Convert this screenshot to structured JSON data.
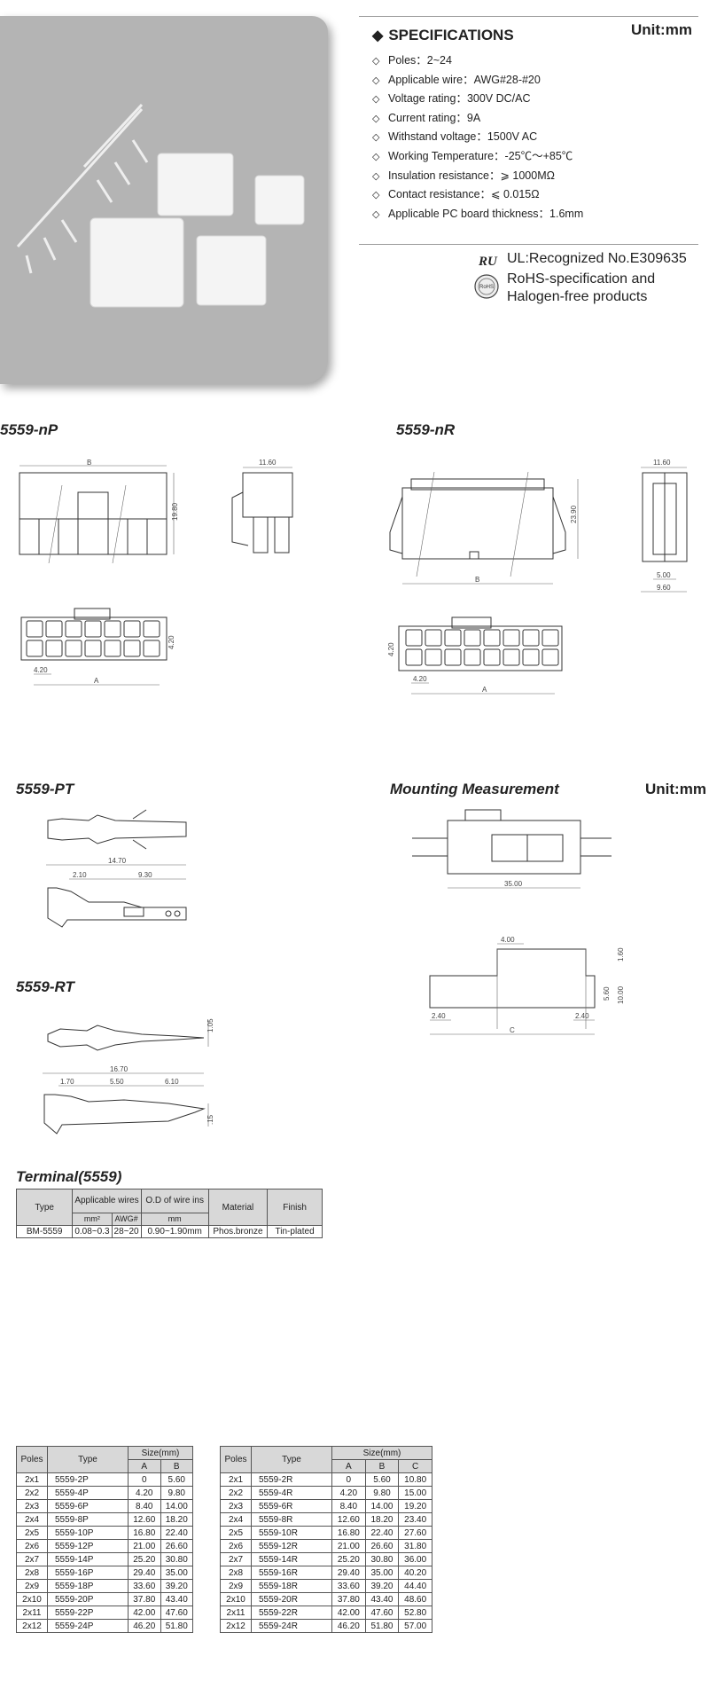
{
  "specifications": {
    "title": "SPECIFICATIONS",
    "unit": "Unit:mm",
    "items": [
      "Poles：2~24",
      "Applicable wire：AWG#28-#20",
      "Voltage rating：300V DC/AC",
      "Current rating：9A",
      "Withstand voltage：1500V AC",
      "Working Temperature：-25℃～+85℃",
      "Insulation resistance：⩾ 1000MΩ",
      "Contact resistance：⩽ 0.015Ω",
      "Applicable PC board thickness：1.6mm"
    ]
  },
  "certification": {
    "ul_text": "UL:Recognized No.E309635",
    "rohs_line1": "RoHS-specification and",
    "rohs_line2": "Halogen-free products"
  },
  "sections": {
    "np": "5559-nP",
    "nr": "5559-nR",
    "pt": "5559-PT",
    "rt": "5559-RT",
    "mounting": "Mounting Measurement",
    "mounting_unit": "Unit:mm",
    "terminal": "Terminal(5559)"
  },
  "dims": {
    "np_b": "B",
    "np_height": "19.80",
    "np_side_width": "11.60",
    "np_pitch_v": "4.20",
    "np_pitch_h": "4.20",
    "np_a": "A",
    "nr_b": "B",
    "nr_height": "23.90",
    "nr_side_width": "11.60",
    "nr_side_5": "5.00",
    "nr_side_9": "9.60",
    "nr_pitch_v": "4.20",
    "nr_pitch_h": "4.20",
    "nr_a": "A",
    "pt_len": "14.70",
    "pt_a": "2.10",
    "pt_b": "9.30",
    "rt_len": "16.70",
    "rt_a": "1.70",
    "rt_b": "5.50",
    "rt_c": "6.10",
    "rt_h": "1.05",
    "rt_t": ".15",
    "mt_len": "35.00",
    "mt_top": "4.00",
    "mt_r1": "1.60",
    "mt_r2": "5.60",
    "mt_r3": "10.00",
    "mt_l": "2.40",
    "mt_rr": "2.40",
    "mt_c": "C"
  },
  "terminal_table": {
    "headers": [
      "Type",
      "Applicable wires",
      "O.D of wire ins",
      "Material",
      "Finish"
    ],
    "subheaders": [
      "mm²",
      "AWG#",
      "mm"
    ],
    "row": [
      "BM-5559",
      "0.08~0.3",
      "28~20",
      "0.90~1.90mm",
      "Phos.bronze",
      "Tin-plated"
    ]
  },
  "p_table": {
    "headers": [
      "Poles",
      "Type",
      "Size(mm)"
    ],
    "size_cols": [
      "A",
      "B"
    ],
    "rows": [
      [
        "2x1",
        "5559-2P",
        "0",
        "5.60"
      ],
      [
        "2x2",
        "5559-4P",
        "4.20",
        "9.80"
      ],
      [
        "2x3",
        "5559-6P",
        "8.40",
        "14.00"
      ],
      [
        "2x4",
        "5559-8P",
        "12.60",
        "18.20"
      ],
      [
        "2x5",
        "5559-10P",
        "16.80",
        "22.40"
      ],
      [
        "2x6",
        "5559-12P",
        "21.00",
        "26.60"
      ],
      [
        "2x7",
        "5559-14P",
        "25.20",
        "30.80"
      ],
      [
        "2x8",
        "5559-16P",
        "29.40",
        "35.00"
      ],
      [
        "2x9",
        "5559-18P",
        "33.60",
        "39.20"
      ],
      [
        "2x10",
        "5559-20P",
        "37.80",
        "43.40"
      ],
      [
        "2x11",
        "5559-22P",
        "42.00",
        "47.60"
      ],
      [
        "2x12",
        "5559-24P",
        "46.20",
        "51.80"
      ]
    ]
  },
  "r_table": {
    "headers": [
      "Poles",
      "Type",
      "Size(mm)"
    ],
    "size_cols": [
      "A",
      "B",
      "C"
    ],
    "rows": [
      [
        "2x1",
        "5559-2R",
        "0",
        "5.60",
        "10.80"
      ],
      [
        "2x2",
        "5559-4R",
        "4.20",
        "9.80",
        "15.00"
      ],
      [
        "2x3",
        "5559-6R",
        "8.40",
        "14.00",
        "19.20"
      ],
      [
        "2x4",
        "5559-8R",
        "12.60",
        "18.20",
        "23.40"
      ],
      [
        "2x5",
        "5559-10R",
        "16.80",
        "22.40",
        "27.60"
      ],
      [
        "2x6",
        "5559-12R",
        "21.00",
        "26.60",
        "31.80"
      ],
      [
        "2x7",
        "5559-14R",
        "25.20",
        "30.80",
        "36.00"
      ],
      [
        "2x8",
        "5559-16R",
        "29.40",
        "35.00",
        "40.20"
      ],
      [
        "2x9",
        "5559-18R",
        "33.60",
        "39.20",
        "44.40"
      ],
      [
        "2x10",
        "5559-20R",
        "37.80",
        "43.40",
        "48.60"
      ],
      [
        "2x11",
        "5559-22R",
        "42.00",
        "47.60",
        "52.80"
      ],
      [
        "2x12",
        "5559-24R",
        "46.20",
        "51.80",
        "57.00"
      ]
    ]
  }
}
